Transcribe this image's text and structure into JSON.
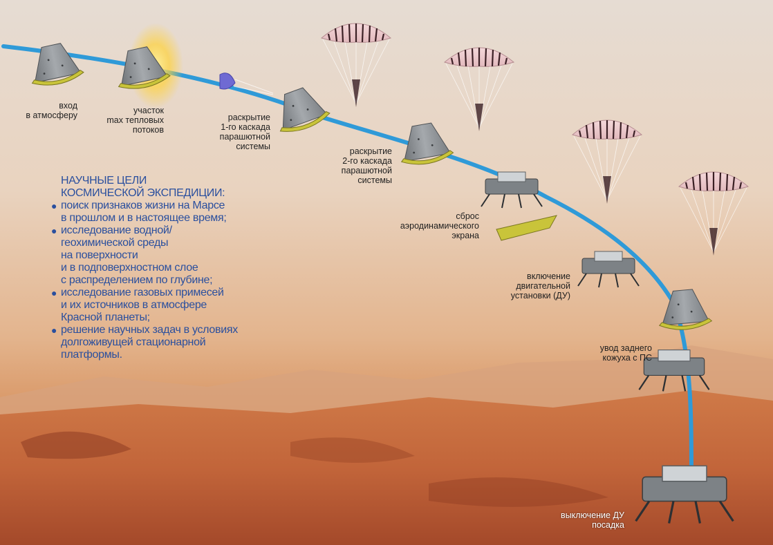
{
  "colors": {
    "trajectory": "#2f9ad8",
    "goals_text": "#2a4f9e",
    "heat_glow": "#ffd23a",
    "capsule_body": "#8e9296",
    "heat_shield": "#c9c43a",
    "parachute_canopy": "#eec9cb",
    "parachute_stripes": "#3a1f24"
  },
  "stages": [
    {
      "name": "entry",
      "lines": [
        "вход",
        "в атмосферу"
      ]
    },
    {
      "name": "max-heat",
      "lines": [
        "участок",
        "max тепловых",
        "потоков"
      ]
    },
    {
      "name": "chute-1",
      "lines": [
        "раскрытие",
        "1-го каскада",
        "парашютной",
        "системы"
      ]
    },
    {
      "name": "chute-2",
      "lines": [
        "раскрытие",
        "2-го каскада",
        "парашютной",
        "системы"
      ]
    },
    {
      "name": "shield-drop",
      "lines": [
        "сброс",
        "аэродинамического",
        "экрана"
      ]
    },
    {
      "name": "engine-on",
      "lines": [
        "включение",
        "двигательной",
        "установки (ДУ)"
      ]
    },
    {
      "name": "backshell",
      "lines": [
        "увод заднего",
        "кожуха с ПС"
      ]
    },
    {
      "name": "landing",
      "lines": [
        "выключение ДУ",
        "посадка"
      ]
    }
  ],
  "goals": {
    "title_lines": [
      "НАУЧНЫЕ ЦЕЛИ",
      "КОСМИЧЕСКОЙ ЭКСПЕДИЦИИ:"
    ],
    "bullet": "●",
    "items": [
      [
        "поиск признаков жизни на Марсе",
        "в прошлом и в настоящее время;"
      ],
      [
        "исследование водной/",
        "геохимической среды",
        "на поверхности",
        "и в подповерхностном слое",
        "с распределением по глубине;"
      ],
      [
        "исследование газовых примесей",
        "и их источников в атмосфере",
        "Красной планеты;"
      ],
      [
        "решение научных задач в условиях",
        "долгоживущей стационарной",
        "платформы."
      ]
    ]
  }
}
